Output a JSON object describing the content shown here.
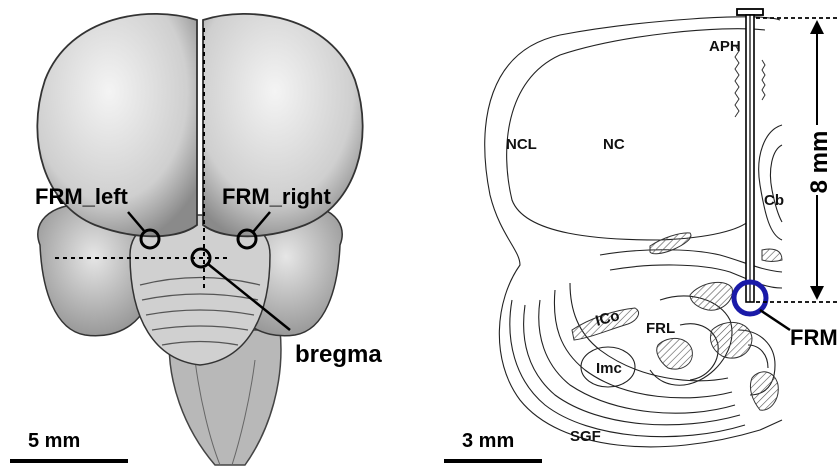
{
  "left_panel": {
    "labels": {
      "frm_left": "FRM_left",
      "frm_right": "FRM_right",
      "bregma": "bregma"
    },
    "scale_bar": "5 mm"
  },
  "right_panel": {
    "regions": {
      "aph": "APH",
      "ncl": "NCL",
      "nc": "NC",
      "cb": "Cb",
      "ico": "ICo",
      "frl": "FRL",
      "imc": "Imc",
      "sgf": "SGF"
    },
    "target_label": "FRM",
    "depth_label": "8 mm",
    "scale_bar": "3 mm",
    "colors": {
      "target_ring": "#1a1aa8"
    }
  }
}
